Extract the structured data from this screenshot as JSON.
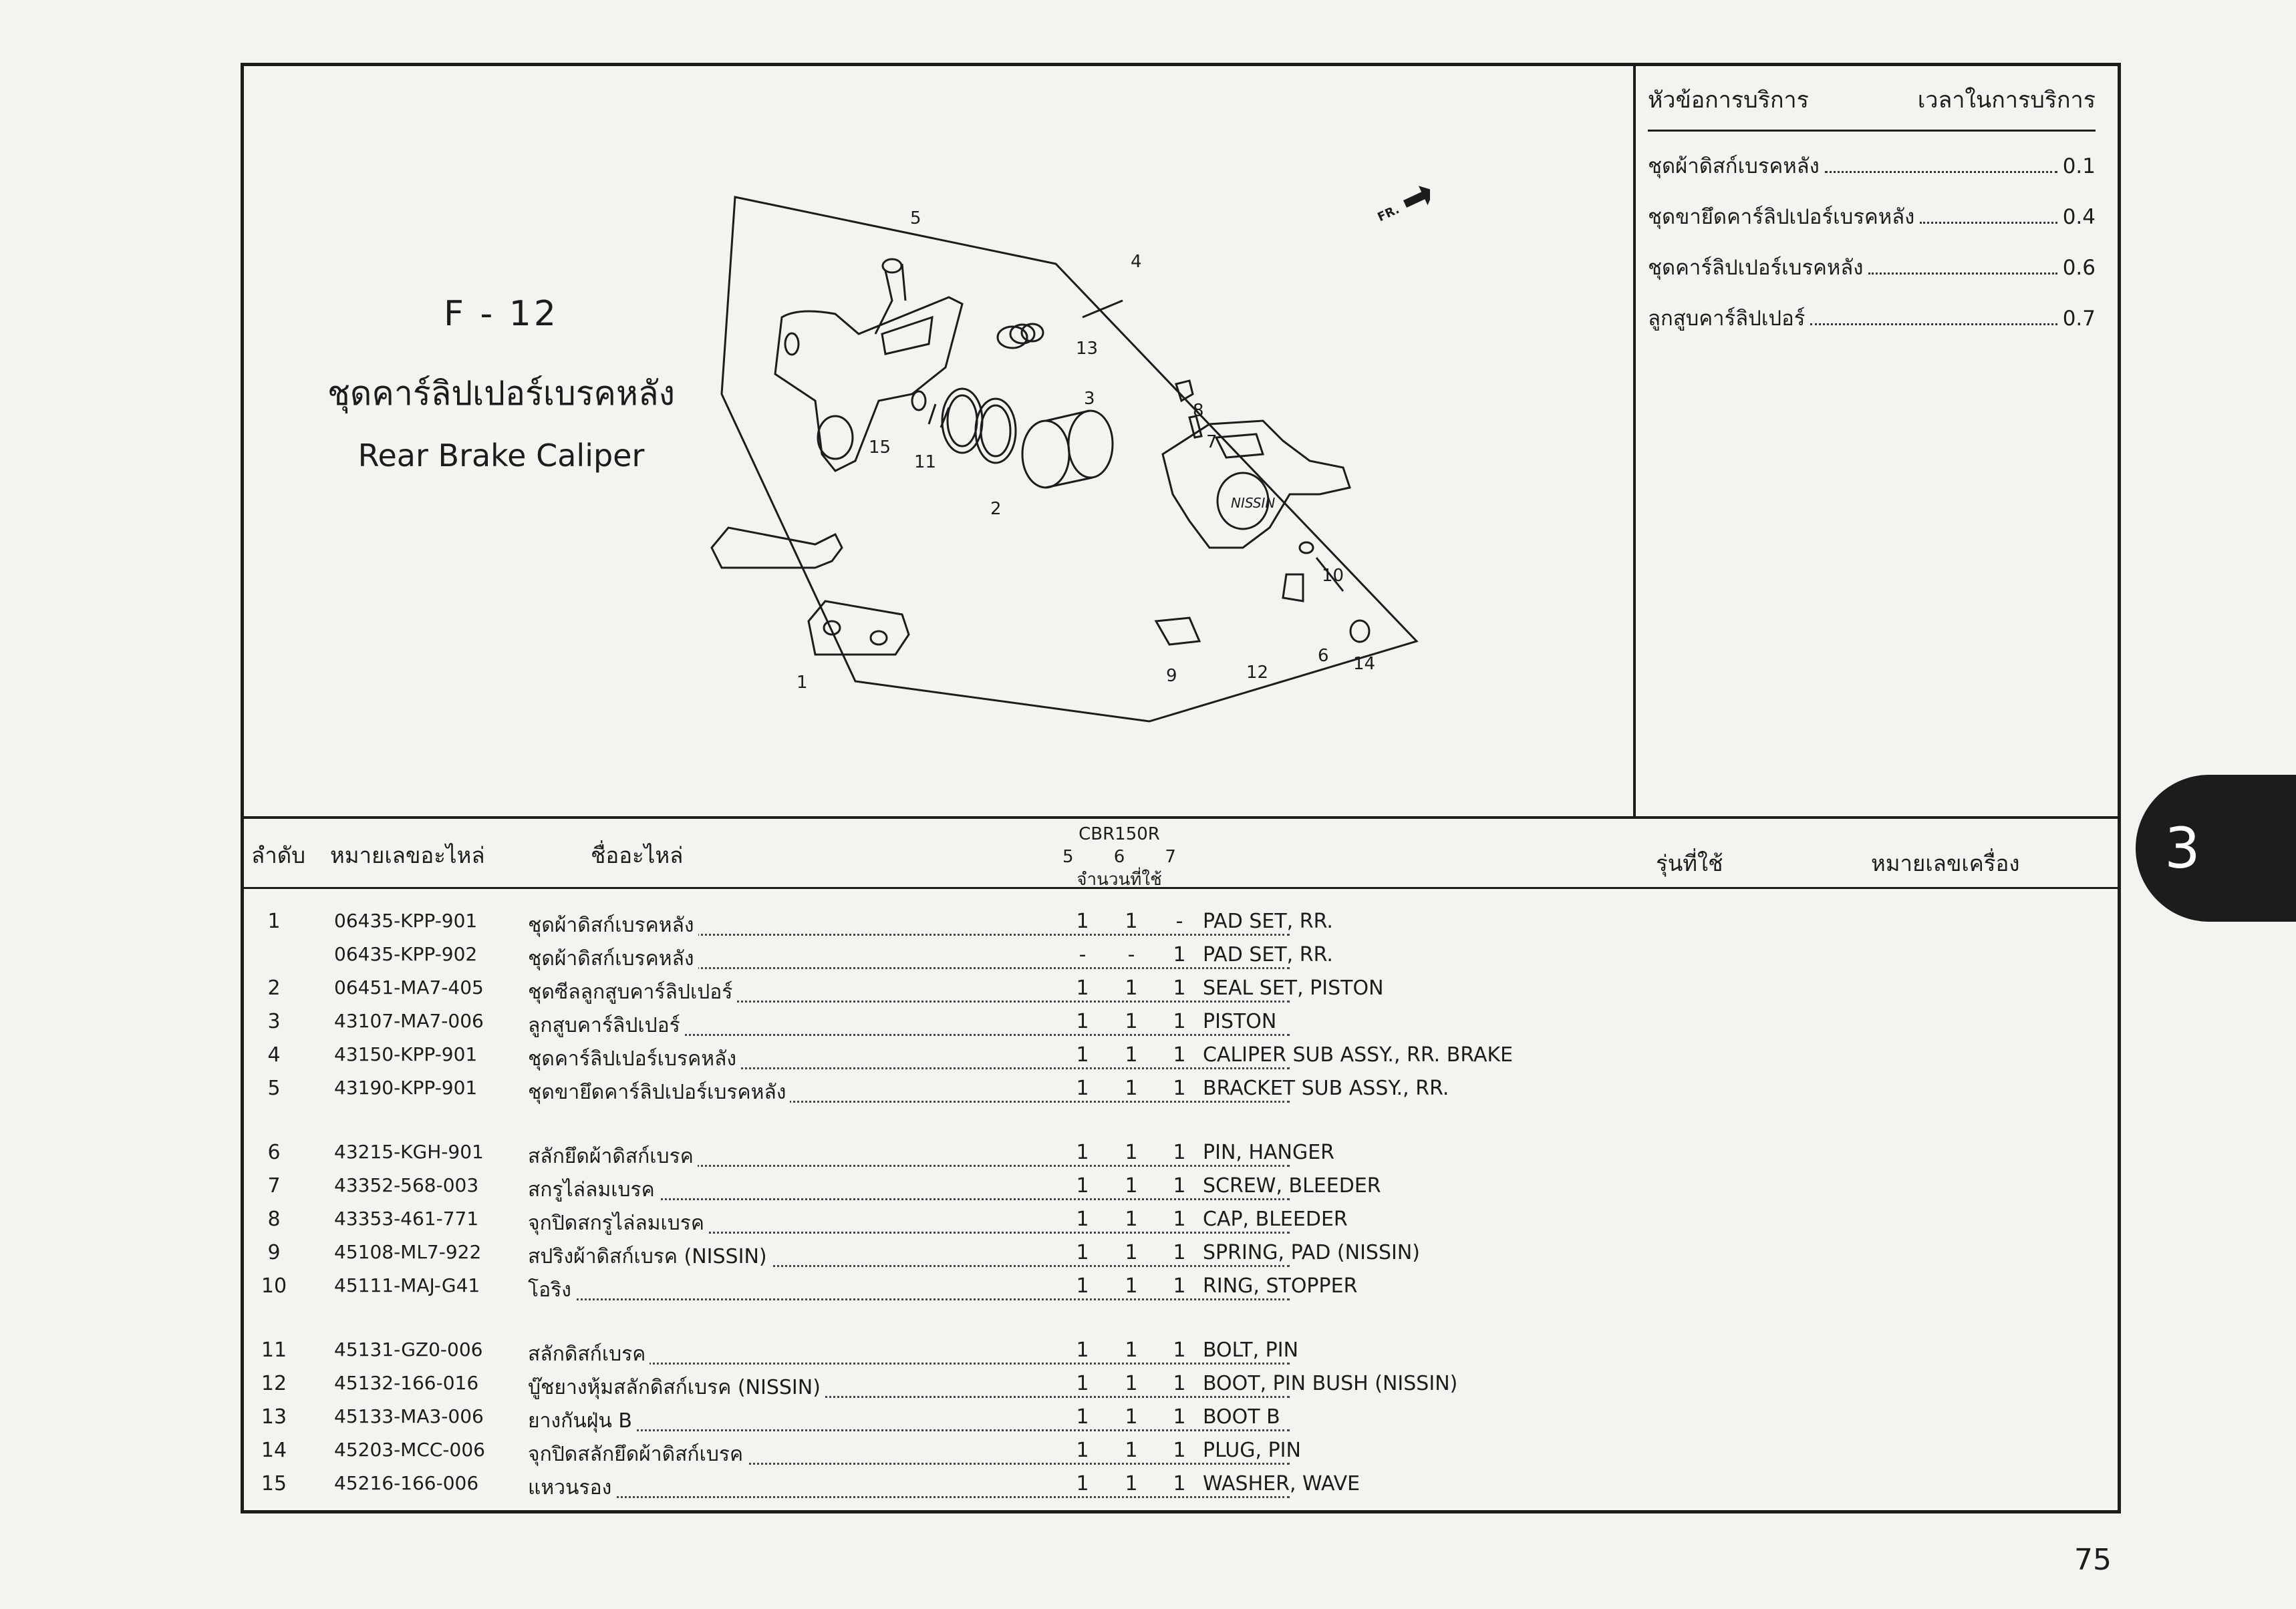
{
  "figure": {
    "code": "F - 12",
    "title_th": "ชุดคาร์ลิปเปอร์เบรคหลัง",
    "title_en": "Rear Brake Caliper",
    "callouts": [
      "1",
      "2",
      "3",
      "4",
      "5",
      "6",
      "7",
      "8",
      "9",
      "10",
      "11",
      "12",
      "13",
      "14",
      "15"
    ],
    "fr_label": "FR.",
    "brand_label": "NISSIN"
  },
  "service": {
    "header_topic": "หัวข้อการบริการ",
    "header_time": "เวลาในการบริการ",
    "items": [
      {
        "name": "ชุดผ้าดิสก์เบรคหลัง",
        "time": "0.1"
      },
      {
        "name": "ชุดขายึดคาร์ลิปเปอร์เบรคหลัง",
        "time": "0.4"
      },
      {
        "name": "ชุดคาร์ลิปเปอร์เบรคหลัง",
        "time": "0.6"
      },
      {
        "name": "ลูกสูบคาร์ลิปเปอร์",
        "time": "0.7"
      }
    ]
  },
  "table": {
    "headers": {
      "order": "ลำดับ",
      "part_no": "หมายเลขอะไหล่",
      "part_name": "ชื่ออะไหล่",
      "model": "CBR150R",
      "model_cols": [
        "5",
        "6",
        "7"
      ],
      "qty": "จำนวนที่ใช้",
      "used_models": "รุ่นที่ใช้",
      "engine_no": "หมายเลขเครื่อง"
    },
    "groups": [
      [
        {
          "no": "1",
          "pn": "06435-KPP-901",
          "th": "ชุดผ้าดิสก์เบรคหลัง",
          "q": [
            "1",
            "1",
            "-"
          ],
          "en": "PAD SET, RR."
        },
        {
          "no": "",
          "pn": "06435-KPP-902",
          "th": "ชุดผ้าดิสก์เบรคหลัง",
          "q": [
            "-",
            "-",
            "1"
          ],
          "en": "PAD SET, RR."
        },
        {
          "no": "2",
          "pn": "06451-MA7-405",
          "th": "ชุดซีลลูกสูบคาร์ลิปเปอร์",
          "q": [
            "1",
            "1",
            "1"
          ],
          "en": "SEAL SET, PISTON"
        },
        {
          "no": "3",
          "pn": "43107-MA7-006",
          "th": "ลูกสูบคาร์ลิปเปอร์",
          "q": [
            "1",
            "1",
            "1"
          ],
          "en": "PISTON"
        },
        {
          "no": "4",
          "pn": "43150-KPP-901",
          "th": "ชุดคาร์ลิปเปอร์เบรคหลัง",
          "q": [
            "1",
            "1",
            "1"
          ],
          "en": "CALIPER SUB ASSY., RR. BRAKE"
        },
        {
          "no": "5",
          "pn": "43190-KPP-901",
          "th": "ชุดขายึดคาร์ลิปเปอร์เบรคหลัง",
          "q": [
            "1",
            "1",
            "1"
          ],
          "en": "BRACKET SUB ASSY., RR."
        }
      ],
      [
        {
          "no": "6",
          "pn": "43215-KGH-901",
          "th": "สลักยึดผ้าดิสก์เบรค",
          "q": [
            "1",
            "1",
            "1"
          ],
          "en": "PIN, HANGER"
        },
        {
          "no": "7",
          "pn": "43352-568-003",
          "th": "สกรูไล่ลมเบรค",
          "q": [
            "1",
            "1",
            "1"
          ],
          "en": "SCREW, BLEEDER"
        },
        {
          "no": "8",
          "pn": "43353-461-771",
          "th": "จุกปิดสกรูไล่ลมเบรค",
          "q": [
            "1",
            "1",
            "1"
          ],
          "en": "CAP, BLEEDER"
        },
        {
          "no": "9",
          "pn": "45108-ML7-922",
          "th": "สปริงผ้าดิสก์เบรค (NISSIN)",
          "q": [
            "1",
            "1",
            "1"
          ],
          "en": "SPRING, PAD (NISSIN)"
        },
        {
          "no": "10",
          "pn": "45111-MAJ-G41",
          "th": "โอริง",
          "q": [
            "1",
            "1",
            "1"
          ],
          "en": "RING, STOPPER"
        }
      ],
      [
        {
          "no": "11",
          "pn": "45131-GZ0-006",
          "th": "สลักดิสก์เบรค",
          "q": [
            "1",
            "1",
            "1"
          ],
          "en": "BOLT, PIN"
        },
        {
          "no": "12",
          "pn": "45132-166-016",
          "th": "บู๊ชยางหุ้มสลักดิสก์เบรค (NISSIN)",
          "q": [
            "1",
            "1",
            "1"
          ],
          "en": "BOOT, PIN BUSH (NISSIN)"
        },
        {
          "no": "13",
          "pn": "45133-MA3-006",
          "th": "ยางกันฝุ่น B",
          "q": [
            "1",
            "1",
            "1"
          ],
          "en": "BOOT B"
        },
        {
          "no": "14",
          "pn": "45203-MCC-006",
          "th": "จุกปิดสลักยึดผ้าดิสก์เบรค",
          "q": [
            "1",
            "1",
            "1"
          ],
          "en": "PLUG, PIN"
        },
        {
          "no": "15",
          "pn": "45216-166-006",
          "th": "แหวนรอง",
          "q": [
            "1",
            "1",
            "1"
          ],
          "en": "WASHER, WAVE"
        }
      ]
    ]
  },
  "section_tab": "3",
  "page_number": "75"
}
